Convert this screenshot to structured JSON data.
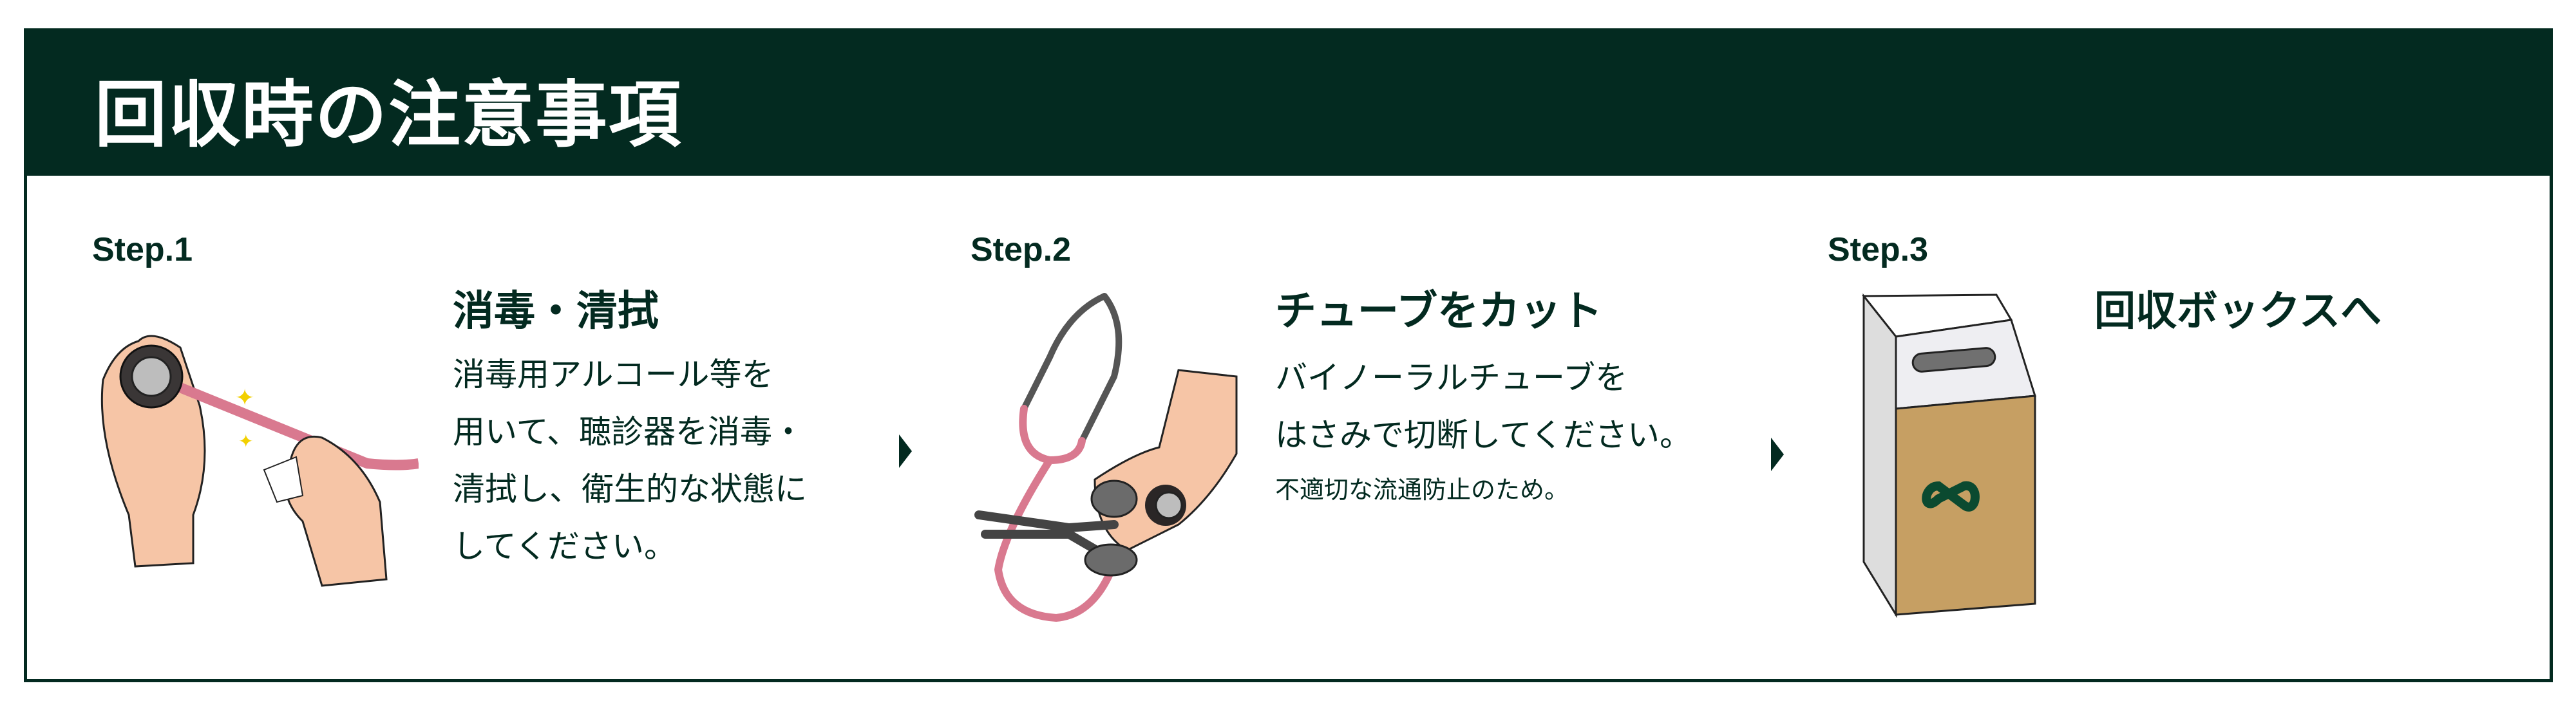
{
  "title": "回収時の注意事項",
  "steps": [
    {
      "label": "Step.1",
      "heading": "消毒・清拭",
      "body": [
        "消毒用アルコール等を",
        "用いて、聴診器を消毒・",
        "清拭し、衛生的な状態に",
        "してください。"
      ]
    },
    {
      "label": "Step.2",
      "heading": "チューブをカット",
      "body": [
        "バイノーラルチューブを",
        "はさみで切断してください。"
      ],
      "note": "不適切な流通防止のため。"
    },
    {
      "label": "Step.3",
      "heading": "回収ボックスへ"
    }
  ],
  "colors": {
    "brand": "#032a20",
    "tube": "#d9798f",
    "skin": "#f6c5a6",
    "box": "#c69f63",
    "logo": "#0b4a30"
  }
}
